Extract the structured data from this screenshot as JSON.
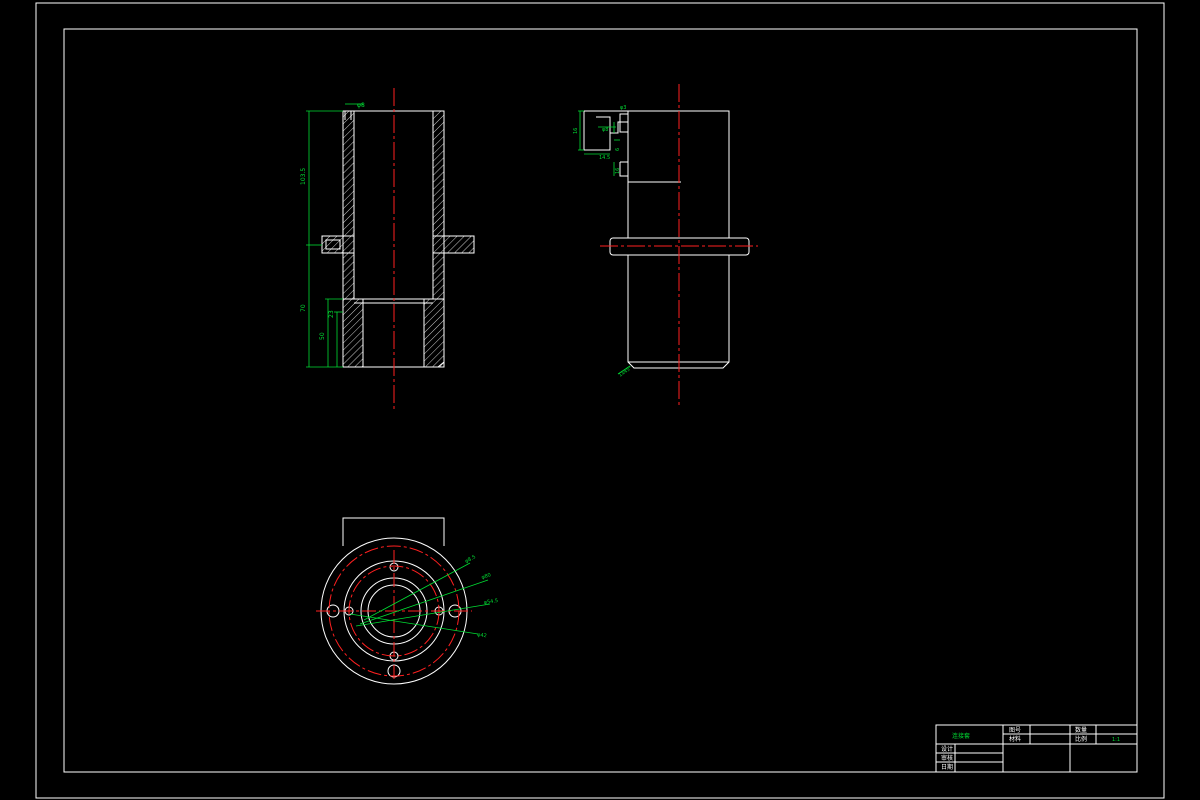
{
  "colors": {
    "background": "#000000",
    "outline": "#ffffff",
    "centerline": "#ff2020",
    "dimension": "#00dd33",
    "hatch": "#ffffff"
  },
  "dimensions_left": {
    "top_note": "φ8",
    "upper_height": "103.5",
    "lower_height": "70",
    "inner_small": "23",
    "inner_large": "50"
  },
  "dimensions_right": {
    "top_a": "φ3",
    "top_b": "16",
    "top_c": "φ8",
    "top_d": "14.5",
    "side_a": "6",
    "side_b": "16",
    "chamfer": "1x45°"
  },
  "dimensions_bottom": {
    "d1": "φ8.5",
    "d2": "φ80",
    "d3": "φ54.5",
    "d4": "φ42"
  },
  "title_block": {
    "part_name": "连接套",
    "drawing_no_label": "图号",
    "material_label": "材料",
    "qty_label": "数量",
    "scale_label": "比例",
    "scale_value": "1:1",
    "design_label": "设计",
    "review_label": "审核",
    "date_label": "日期"
  }
}
